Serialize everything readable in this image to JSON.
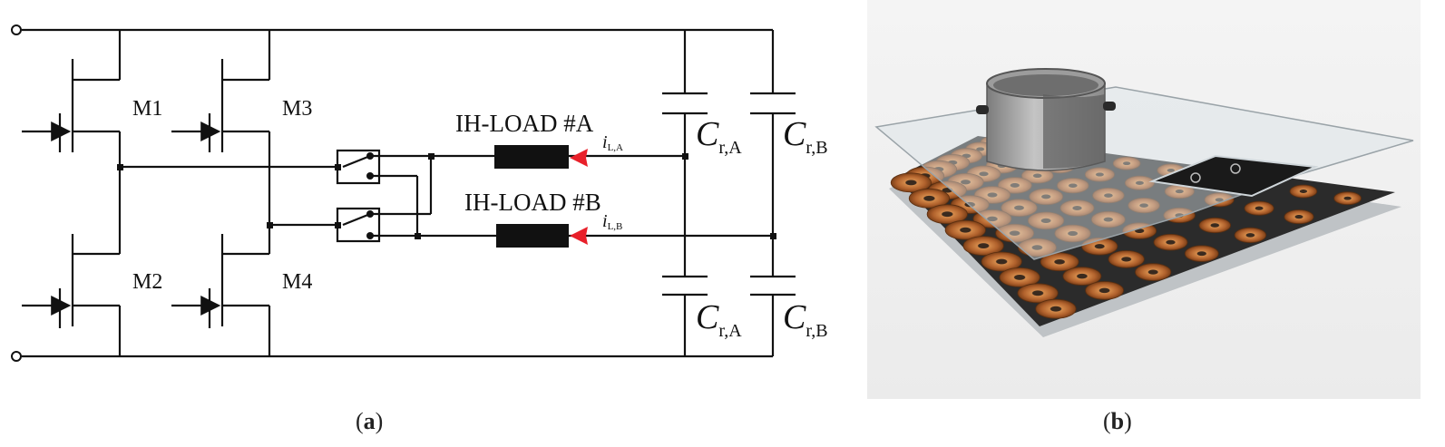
{
  "panel_a": {
    "transistors": [
      "M1",
      "M3",
      "M2",
      "M4"
    ],
    "load_a": "IH-LOAD #A",
    "load_b": "IH-LOAD #B",
    "current_a": {
      "main": "i",
      "sub": "L,A"
    },
    "current_b": {
      "main": "i",
      "sub": "L,B"
    },
    "capacitors": [
      {
        "main": "C",
        "sub": "r,A"
      },
      {
        "main": "C",
        "sub": "r,B"
      },
      {
        "main": "C",
        "sub": "r,A"
      },
      {
        "main": "C",
        "sub": "r,B"
      }
    ],
    "arrow_color": "#e8202a",
    "caption_letter": "a"
  },
  "panel_b": {
    "caption_letter": "b",
    "coil_color": "#b8662e",
    "plate_color": "#2b2b2b",
    "glass_color": "#d9e2e6"
  }
}
